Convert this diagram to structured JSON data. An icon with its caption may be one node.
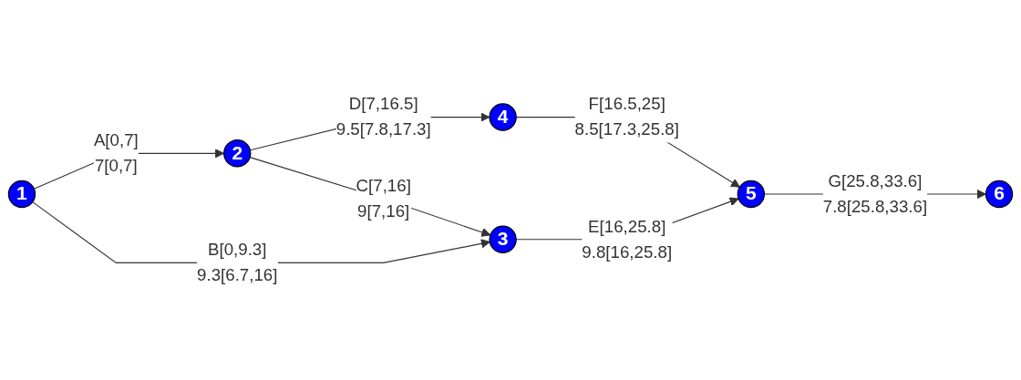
{
  "diagram": {
    "nodes": [
      {
        "text": [
          "1"
        ]
      },
      {
        "text": [
          "2"
        ]
      },
      {
        "text": [
          "3"
        ]
      },
      {
        "text": [
          "4"
        ]
      },
      {
        "text": [
          "5"
        ]
      },
      {
        "text": [
          "6"
        ]
      }
    ],
    "edges": [
      {
        "from": 0,
        "to": 1,
        "arrow": "to",
        "label": [
          "A[0,7]",
          "7[0,7]"
        ]
      },
      {
        "from": 0,
        "to": 2,
        "arrow": "to",
        "label": [
          "B[0,9.3]",
          "9.3[6.7,16]"
        ]
      },
      {
        "from": 1,
        "to": 3,
        "arrow": "to",
        "label": [
          "D[7,16.5]",
          "9.5[7.8,17.3]"
        ]
      },
      {
        "from": 1,
        "to": 2,
        "arrow": "to",
        "label": [
          "C[7,16]",
          "9[7,16]"
        ]
      },
      {
        "from": 3,
        "to": 4,
        "arrow": "to",
        "label": [
          "F[16.5,25]",
          "8.5[17.3,25.8]"
        ]
      },
      {
        "from": 2,
        "to": 4,
        "arrow": "to",
        "label": [
          "E[16,25.8]",
          "9.8[16,25.8]"
        ]
      },
      {
        "from": 4,
        "to": 5,
        "arrow": "to",
        "label": [
          "G[25.8,33.6]",
          "7.8[25.8,33.6]"
        ]
      }
    ]
  }
}
